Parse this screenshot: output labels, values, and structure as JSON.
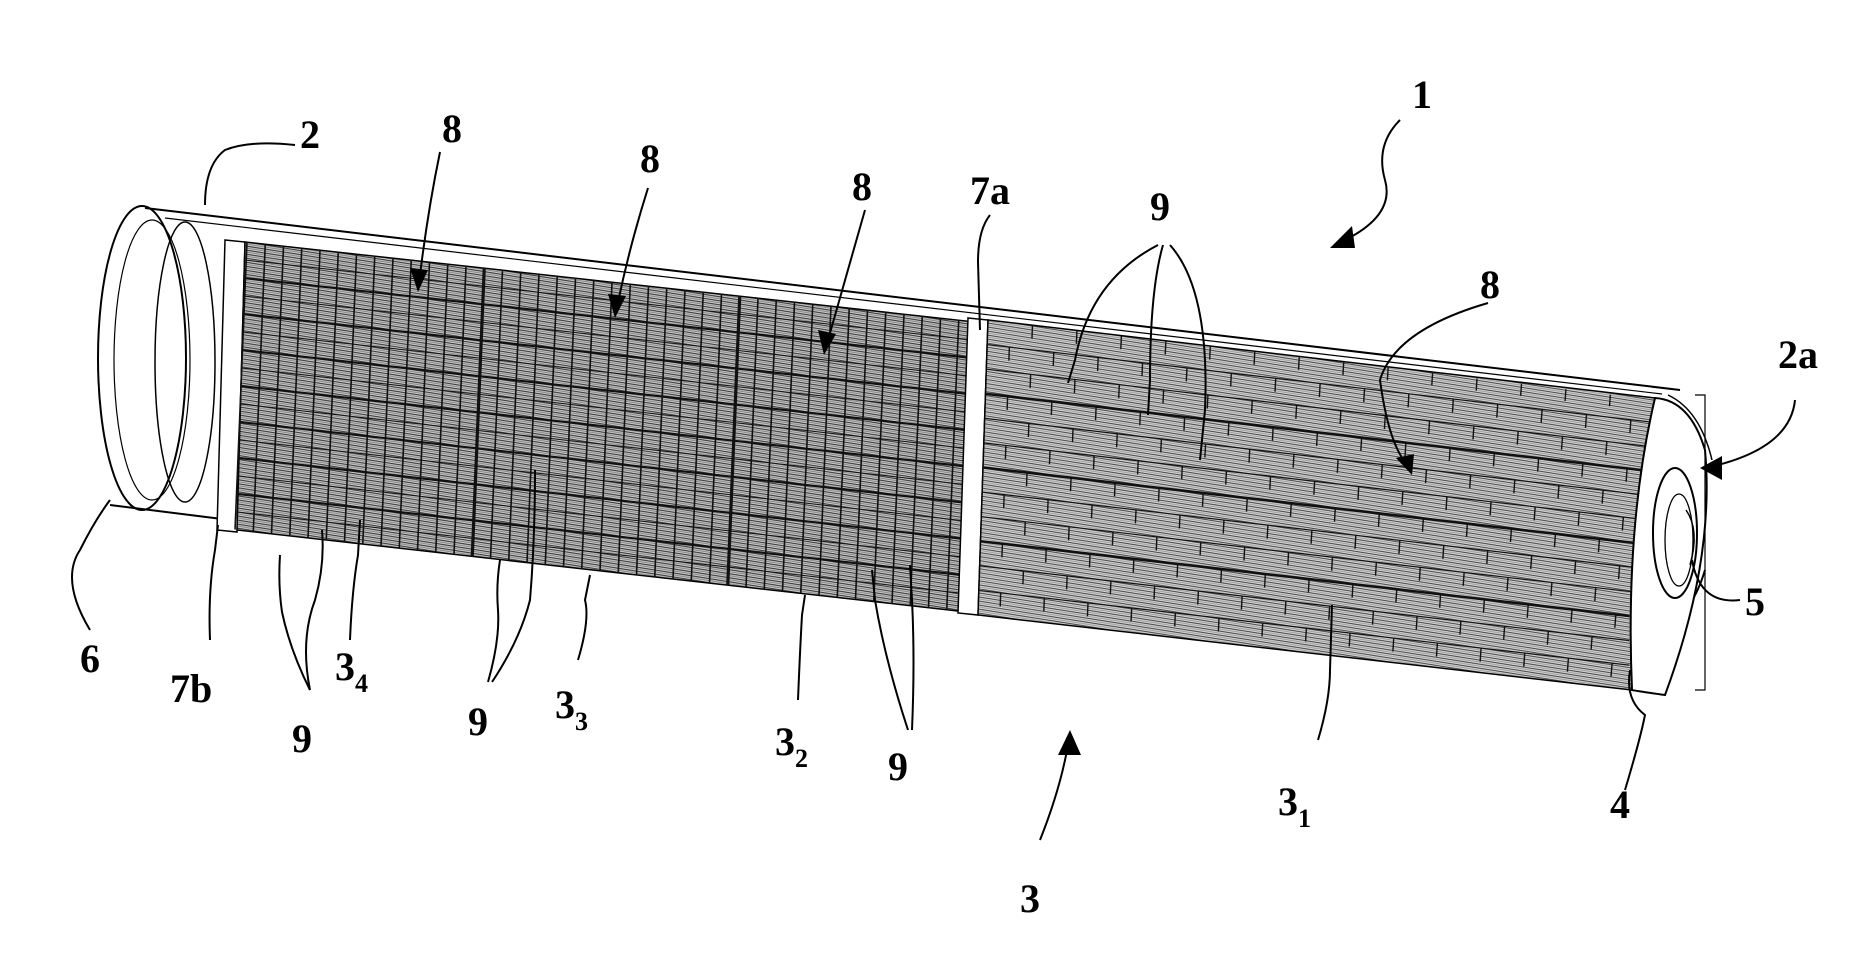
{
  "labels": {
    "ref_1": "1",
    "ref_2": "2",
    "ref_2a": "2a",
    "ref_3": "3",
    "ref_4": "4",
    "ref_5": "5",
    "ref_6": "6",
    "ref_7a": "7a",
    "ref_7b": "7b",
    "ref_8_a": "8",
    "ref_8_b": "8",
    "ref_8_c": "8",
    "ref_8_d": "8",
    "ref_9_top": "9",
    "ref_9_a": "9",
    "ref_9_b": "9",
    "ref_9_c": "9",
    "sub_3_1": {
      "main": "3",
      "sub": "1"
    },
    "sub_3_2": {
      "main": "3",
      "sub": "2"
    },
    "sub_3_3": {
      "main": "3",
      "sub": "3"
    },
    "sub_3_4": {
      "main": "3",
      "sub": "4"
    }
  },
  "colors": {
    "ink": "#000000",
    "paper": "#ffffff",
    "mesh_fill": "#9a9a9a",
    "mesh_dark": "#2a2a2a"
  },
  "components": [
    "housing",
    "filter-cartridge",
    "filter-segment",
    "spacer-ring",
    "end-cap",
    "outlet-port",
    "closure-cap"
  ]
}
